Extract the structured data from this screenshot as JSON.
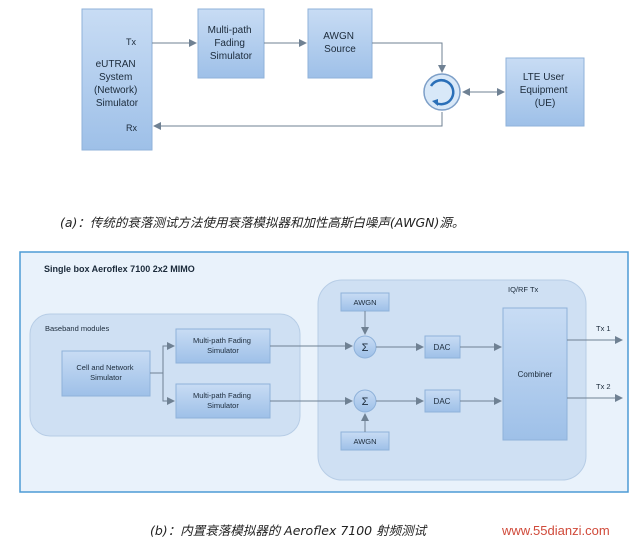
{
  "diagram_a": {
    "enb": {
      "lines": [
        "eUTRAN",
        "System",
        "(Network)",
        "Simulator"
      ],
      "tx": "Tx",
      "rx": "Rx"
    },
    "fading": {
      "lines": [
        "Multi-path",
        "Fading",
        "Simulator"
      ]
    },
    "awgn": {
      "lines": [
        "AWGN",
        "Source"
      ]
    },
    "ue": {
      "lines": [
        "LTE User",
        "Equipment",
        "(UE)"
      ]
    },
    "caption": "(a)：传统的衰落测试方法使用衰落模拟器和加性高斯白噪声(AWGN)源。"
  },
  "diagram_b": {
    "title": "Single box Aeroflex 7100 2x2 MIMO",
    "baseband_label": "Baseband modules",
    "iqrf_label": "IQ/RF Tx",
    "cell_sim": {
      "lines": [
        "Cell and Network",
        "Simulator"
      ]
    },
    "fading1": {
      "lines": [
        "Multi-path Fading",
        "Simulator"
      ]
    },
    "fading2": {
      "lines": [
        "Multi-path Fading",
        "Simulator"
      ]
    },
    "awgn1": "AWGN",
    "awgn2": "AWGN",
    "sum1": "Σ",
    "sum2": "Σ",
    "dac1": "DAC",
    "dac2": "DAC",
    "combiner": "Combiner",
    "tx1": "Tx 1",
    "tx2": "Tx 2",
    "caption": "(b)：内置衰落模拟器的 Aeroflex 7100 射频测试"
  },
  "watermark": "www.55dianzi.com",
  "colors": {
    "box_fill": "#aecdf0",
    "box_stroke": "#8fb2da",
    "panel": "#dbe9f7",
    "arrow": "#6f8193"
  }
}
